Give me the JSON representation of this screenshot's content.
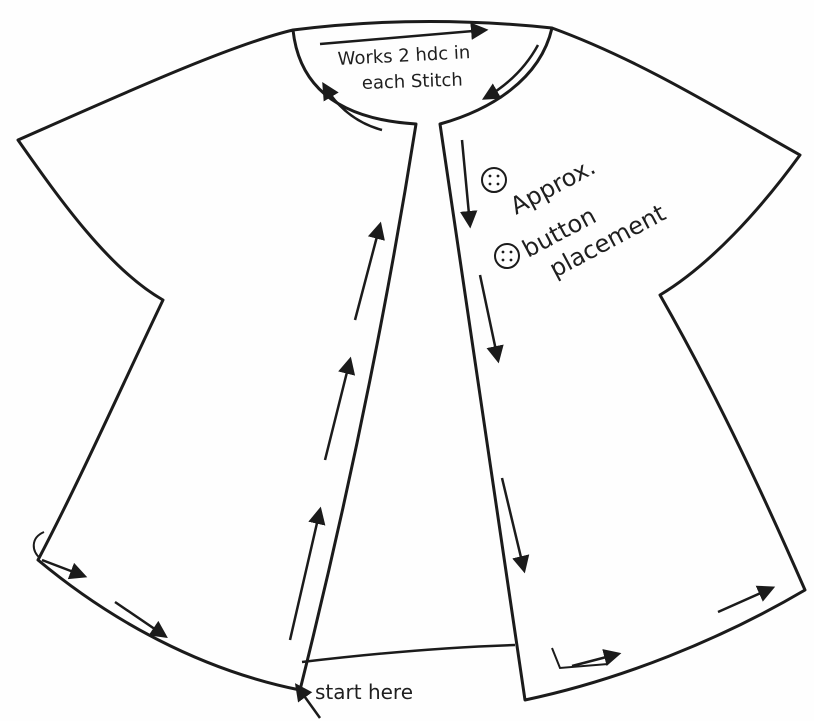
{
  "diagram": {
    "labels": {
      "neckline_line1": "Works 2 hdc in",
      "neckline_line2": "each Stitch",
      "button_line1": "Approx.",
      "button_line2": "button",
      "button_line3": "placement",
      "start": "start here"
    },
    "colors": {
      "ink": "#1b1b1b",
      "paper": "#fefefe"
    }
  }
}
